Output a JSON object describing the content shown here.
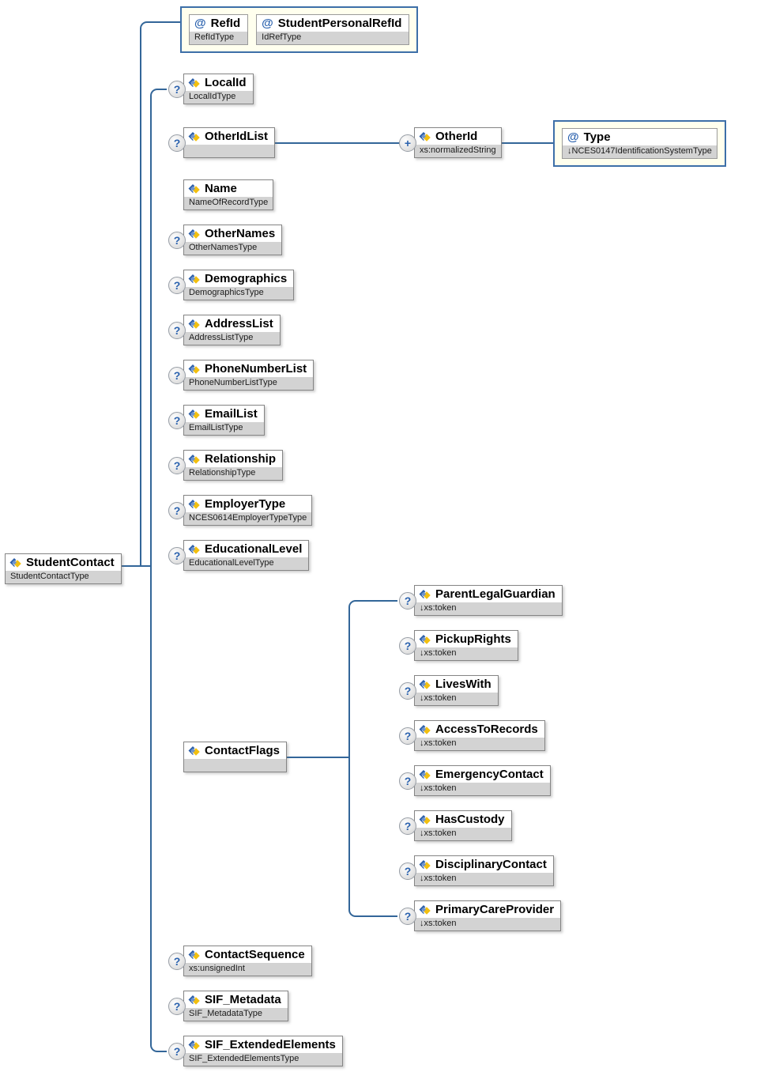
{
  "colors": {
    "connector_blue": "#336699",
    "attr_container_bg": "#ffffee",
    "attr_container_border": "#3d6fa8",
    "box_border_gray": "#858585",
    "type_band_gray": "#d3d3d3",
    "glyph_blue": "#2b62ae",
    "icon_diamond_blue": "#2a5da8",
    "icon_diamond_gold": "#f2c010"
  },
  "icons": {
    "element": "diamond-icon",
    "optional_marker": "?",
    "repeat_marker": "+",
    "attribute_glyph": "@"
  },
  "root": {
    "label": "StudentContact",
    "type": "StudentContactType"
  },
  "root_attributes": [
    {
      "label": "RefId",
      "type": "RefIdType"
    },
    {
      "label": "StudentPersonalRefId",
      "type": "IdRefType"
    }
  ],
  "children": [
    {
      "label": "LocalId",
      "type": "LocalIdType",
      "marker": "?"
    },
    {
      "label": "OtherIdList",
      "type": "",
      "marker": "?",
      "child": {
        "label": "OtherId",
        "type": "xs:normalizedString",
        "marker": "+",
        "attributes": [
          {
            "label": "Type",
            "type": "↓NCES0147IdentificationSystemType"
          }
        ]
      }
    },
    {
      "label": "Name",
      "type": "NameOfRecordType",
      "marker": ""
    },
    {
      "label": "OtherNames",
      "type": "OtherNamesType",
      "marker": "?"
    },
    {
      "label": "Demographics",
      "type": "DemographicsType",
      "marker": "?"
    },
    {
      "label": "AddressList",
      "type": "AddressListType",
      "marker": "?"
    },
    {
      "label": "PhoneNumberList",
      "type": "PhoneNumberListType",
      "marker": "?"
    },
    {
      "label": "EmailList",
      "type": "EmailListType",
      "marker": "?"
    },
    {
      "label": "Relationship",
      "type": "RelationshipType",
      "marker": "?"
    },
    {
      "label": "EmployerType",
      "type": "NCES0614EmployerTypeType",
      "marker": "?"
    },
    {
      "label": "EducationalLevel",
      "type": "EducationalLevelType",
      "marker": "?"
    },
    {
      "label": "ContactFlags",
      "type": "",
      "marker": "",
      "children": [
        {
          "label": "ParentLegalGuardian",
          "type": "↓xs:token",
          "marker": "?"
        },
        {
          "label": "PickupRights",
          "type": "↓xs:token",
          "marker": "?"
        },
        {
          "label": "LivesWith",
          "type": "↓xs:token",
          "marker": "?"
        },
        {
          "label": "AccessToRecords",
          "type": "↓xs:token",
          "marker": "?"
        },
        {
          "label": "EmergencyContact",
          "type": "↓xs:token",
          "marker": "?"
        },
        {
          "label": "HasCustody",
          "type": "↓xs:token",
          "marker": "?"
        },
        {
          "label": "DisciplinaryContact",
          "type": "↓xs:token",
          "marker": "?"
        },
        {
          "label": "PrimaryCareProvider",
          "type": "↓xs:token",
          "marker": "?"
        }
      ]
    },
    {
      "label": "ContactSequence",
      "type": "xs:unsignedInt",
      "marker": "?"
    },
    {
      "label": "SIF_Metadata",
      "type": "SIF_MetadataType",
      "marker": "?"
    },
    {
      "label": "SIF_ExtendedElements",
      "type": "SIF_ExtendedElementsType",
      "marker": "?"
    }
  ]
}
